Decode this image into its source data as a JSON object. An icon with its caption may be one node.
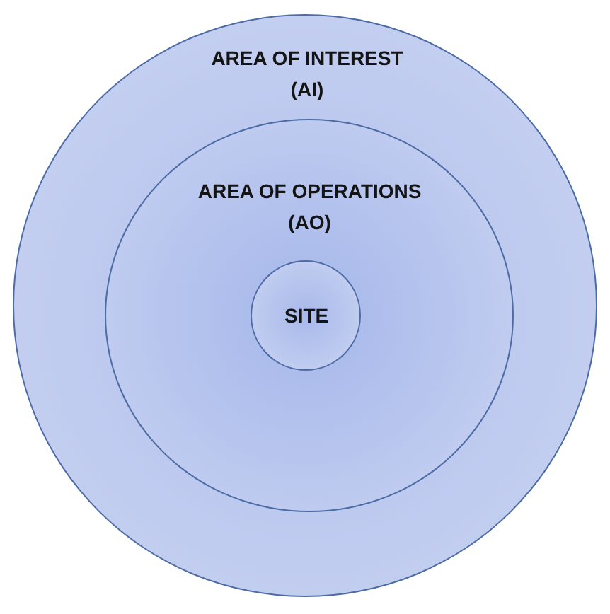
{
  "diagram": {
    "nodes": [
      {
        "text": [
          "AREA OF INTEREST (AI)"
        ]
      },
      {
        "text": [
          "AREA OF OPERATIONS (AO)"
        ],
        "in": 0
      },
      {
        "text": [
          "SITE"
        ],
        "in": 1
      }
    ]
  }
}
